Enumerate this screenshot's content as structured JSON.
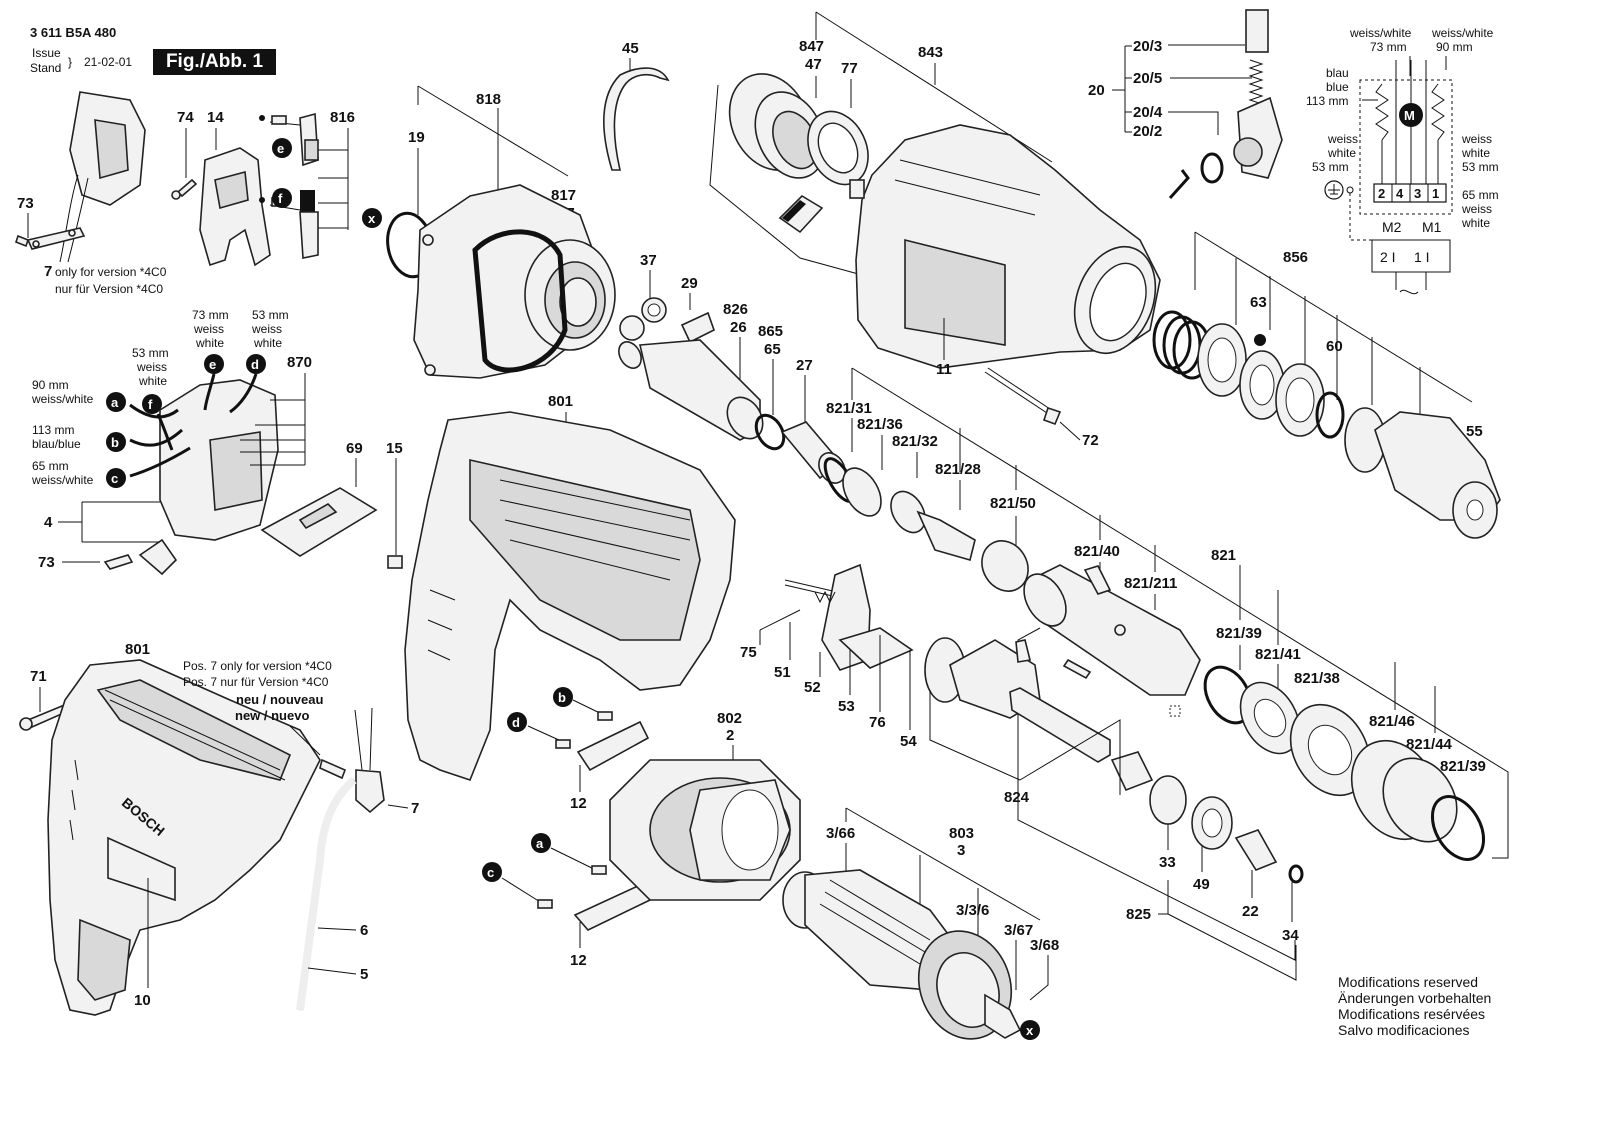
{
  "header": {
    "doc_number": "3 611 B5A 480",
    "issue_label": "Issue",
    "stand_label": "Stand",
    "issue_date": "21-02-01",
    "figure_label": "Fig./Abb. 1"
  },
  "notes": {
    "version_en": "only for version *4C0",
    "version_de": "nur für Version  *4C0",
    "pos7_en": "Pos. 7 only for version *4C0",
    "pos7_de": "Pos. 7 nur für Version  *4C0",
    "neu_1": "neu / nouveau",
    "neu_2": "new / nuevo"
  },
  "modifications": [
    "Modifications reserved",
    "Änderungen vorbehalten",
    "Modifications resérvées",
    "Salvo modificaciones"
  ],
  "wiring_diagram": {
    "top_left": [
      "weiss/white",
      "73 mm"
    ],
    "top_right": [
      "weiss/white",
      "90 mm"
    ],
    "left_mid": [
      "blau",
      "blue",
      "113 mm"
    ],
    "left_low": [
      "weiss",
      "white",
      "53 mm"
    ],
    "right_low": [
      "weiss",
      "white",
      "53 mm"
    ],
    "right_bottom": [
      "65 mm",
      "weiss",
      "white"
    ],
    "terminals": [
      "2",
      "4",
      "3",
      "1"
    ],
    "m_labels": [
      "M2",
      "M1"
    ],
    "motor": "M",
    "bottom_terms": [
      "2 I",
      "1 I"
    ]
  },
  "switch_wires": {
    "e": [
      "73 mm",
      "weiss",
      "white"
    ],
    "d": [
      "53 mm",
      "weiss",
      "white"
    ],
    "f": [
      "53 mm",
      "weiss",
      "white"
    ],
    "a": [
      "90 mm",
      "weiss/white"
    ],
    "b": [
      "113 mm",
      "blau/blue"
    ],
    "c": [
      "65 mm",
      "weiss/white"
    ]
  },
  "markers": {
    "a": "a",
    "b": "b",
    "c": "c",
    "d": "d",
    "e": "e",
    "f": "f",
    "x": "x"
  },
  "brand": "BOSCH",
  "part_numbers": {
    "p73": "73",
    "p74": "74",
    "p14": "14",
    "p816": "816",
    "p7": "7",
    "p818": "818",
    "p19": "19",
    "p817": "817",
    "p17": "17",
    "p45": "45",
    "p847": "847",
    "p47": "47",
    "p77": "77",
    "p843": "843",
    "p20": "20",
    "p20_3": "20/3",
    "p20_5": "20/5",
    "p20_4": "20/4",
    "p20_2": "20/2",
    "p870": "870",
    "p4": "4",
    "p73b": "73",
    "p69": "69",
    "p15": "15",
    "p37": "37",
    "p29": "29",
    "p826": "826",
    "p26": "26",
    "p865": "865",
    "p65": "65",
    "p27": "27",
    "p11": "11",
    "p72": "72",
    "p856": "856",
    "p63": "63",
    "p60": "60",
    "p55": "55",
    "p801": "801",
    "p821_31": "821/31",
    "p821_36": "821/36",
    "p821_32": "821/32",
    "p821_28": "821/28",
    "p821_50": "821/50",
    "p821_40": "821/40",
    "p821_211": "821/211",
    "p821": "821",
    "p821_39": "821/39",
    "p821_41": "821/41",
    "p821_38": "821/38",
    "p821_46": "821/46",
    "p821_44": "821/44",
    "p821_39b": "821/39",
    "p71": "71",
    "p801b": "801",
    "p10": "10",
    "p6": "6",
    "p5": "5",
    "p7b": "7",
    "p75": "75",
    "p51": "51",
    "p52": "52",
    "p53": "53",
    "p76": "76",
    "p54": "54",
    "p802": "802",
    "p2": "2",
    "p12": "12",
    "p12b": "12",
    "p824": "824",
    "p33": "33",
    "p49": "49",
    "p22": "22",
    "p34": "34",
    "p825": "825",
    "p3_66": "3/66",
    "p803": "803",
    "p3": "3",
    "p3_3_6": "3/3/6",
    "p3_67": "3/67",
    "p3_68": "3/68"
  }
}
